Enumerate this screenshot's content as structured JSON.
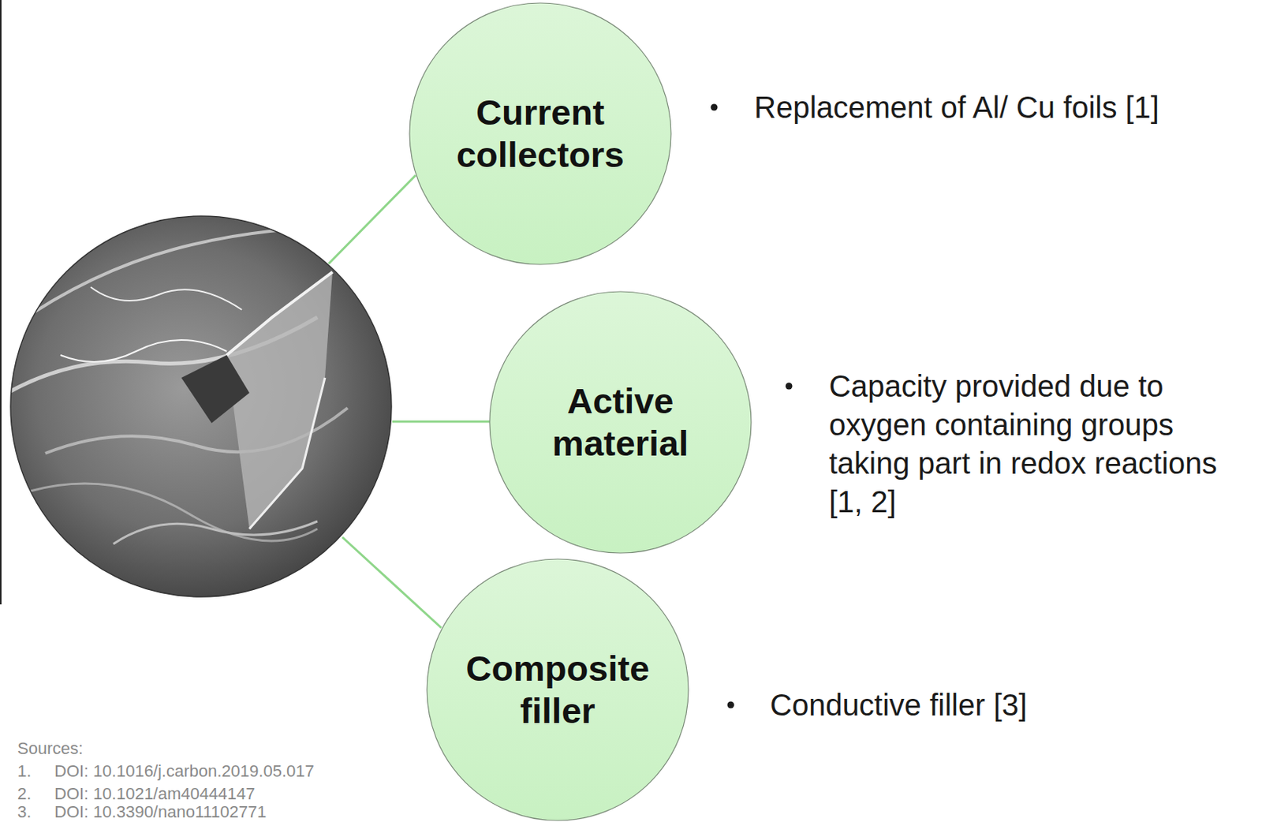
{
  "diagram": {
    "nodes": [
      {
        "text": [
          "Current collectors"
        ]
      },
      {
        "text": [
          "Active material"
        ]
      },
      {
        "text": [
          "Composite filler"
        ]
      }
    ],
    "labels": [
      "Replacement of Al/ Cu foils [1]",
      "Capacity provided due to oxygen containing groups taking part in redox reactions [1, 2]",
      "Conductive filler [3]",
      "Sources:",
      "1.",
      "DOI: 10.1016/j.carbon.2019.05.017",
      "2.",
      "DOI: 10.1021/am40444147",
      "3.",
      "DOI: 10.3390/nano11102771"
    ]
  }
}
